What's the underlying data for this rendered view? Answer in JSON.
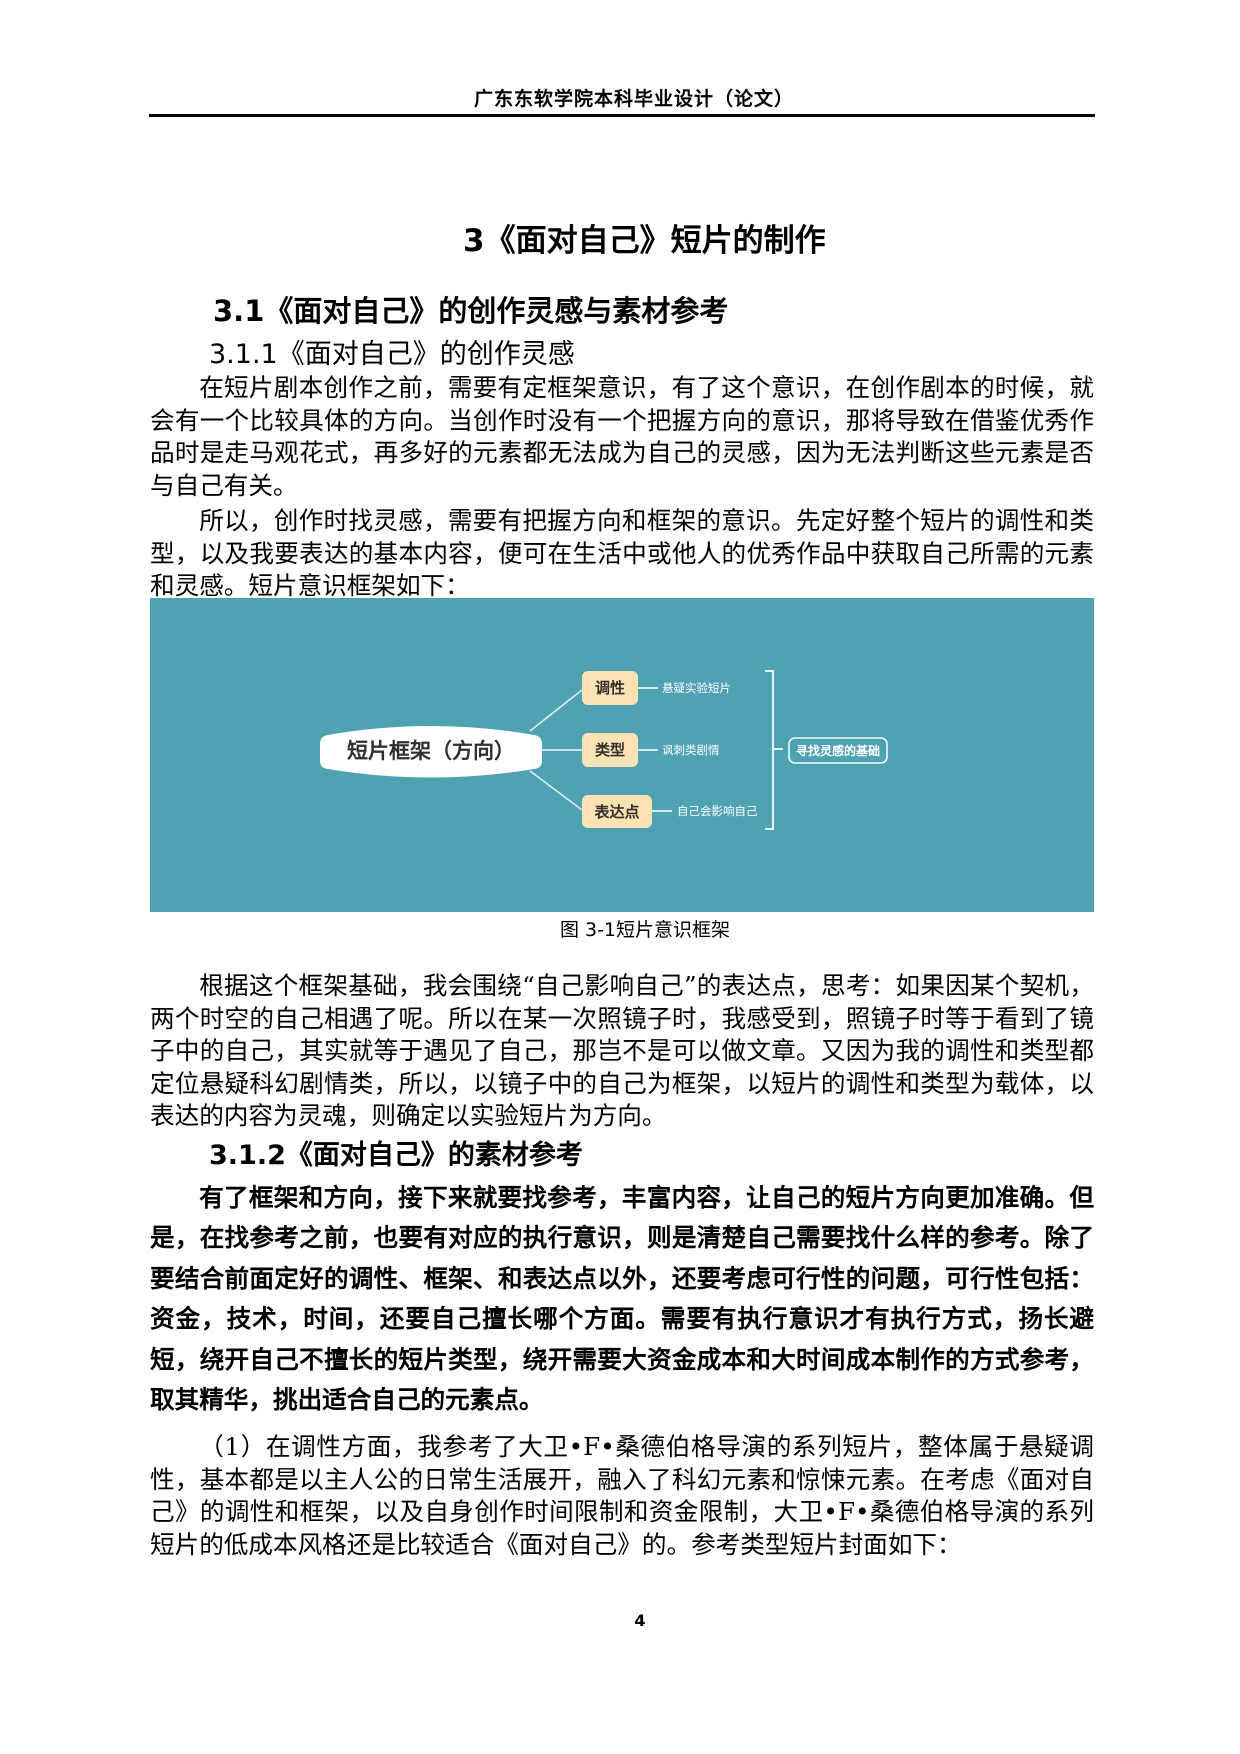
{
  "header": {
    "title": "广东东软学院本科毕业设计（论文）"
  },
  "chapter": {
    "title": "3《面对自己》短片的制作"
  },
  "section_3_1": {
    "title": "3.1《面对自己》的创作灵感与素材参考"
  },
  "section_3_1_1": {
    "title": "3.1.1《面对自己》的创作灵感",
    "paragraphs": [
      "在短片剧本创作之前，需要有定框架意识，有了这个意识，在创作剧本的时候，就会有一个比较具体的方向。当创作时没有一个把握方向的意识，那将导致在借鉴优秀作品时是走马观花式，再多好的元素都无法成为自己的灵感，因为无法判断这些元素是否与自己有关。",
      "所以，创作时找灵感，需要有把握方向和框架的意识。先定好整个短片的调性和类型，以及我要表达的基本内容，便可在生活中或他人的优秀作品中获取自己所需的元素和灵感。短片意识框架如下：",
      "根据这个框架基础，我会围绕“自己影响自己”的表达点，思考：如果因某个契机，两个时空的自己相遇了呢。所以在某一次照镜子时，我感受到，照镜子时等于看到了镜子中的自己，其实就等于遇见了自己，那岂不是可以做文章。又因为我的调性和类型都定位悬疑科幻剧情类，所以，以镜子中的自己为框架，以短片的调性和类型为载体，以表达的内容为灵魂，则确定以实验短片为方向。"
    ]
  },
  "figure_3_1": {
    "caption": "图 3-1短片意识框架",
    "colors": {
      "background": "#4fa2b2",
      "center_fill": "#ffffff",
      "branch_fill": "#fde2b5",
      "connector": "#d6eff3",
      "text_dark": "#33302b",
      "text_light": "#ffffff"
    },
    "center_node": "短片框架（方向）",
    "branches": [
      {
        "label": "调性",
        "leaf": "悬疑实验短片"
      },
      {
        "label": "类型",
        "leaf": "讽刺类剧情"
      },
      {
        "label": "表达点",
        "leaf": "自己会影响自己"
      }
    ],
    "summary_node": "寻找灵感的基础"
  },
  "section_3_1_2": {
    "title": "3.1.2《面对自己》的素材参考",
    "paragraphs": [
      "有了框架和方向，接下来就要找参考，丰富内容，让自己的短片方向更加准确。但是，在找参考之前，也要有对应的执行意识，则是清楚自己需要找什么样的参考。除了要结合前面定好的调性、框架、和表达点以外，还要考虑可行性的问题，可行性包括：资金，技术，时间，还要自己擅长哪个方面。需要有执行意识才有执行方式，扬长避短，绕开自己不擅长的短片类型，绕开需要大资金成本和大时间成本制作的方式参考，取其精华，挑出适合自己的元素点。",
      "（1）在调性方面，我参考了大卫•F•桑德伯格导演的系列短片，整体属于悬疑调性，基本都是以主人公的日常生活展开，融入了科幻元素和惊悚元素。在考虑《面对自己》的调性和框架，以及自身创作时间限制和资金限制，大卫•F•桑德伯格导演的系列短片的低成本风格还是比较适合《面对自己》的。参考类型短片封面如下："
    ]
  },
  "footer": {
    "page_number": "4"
  }
}
